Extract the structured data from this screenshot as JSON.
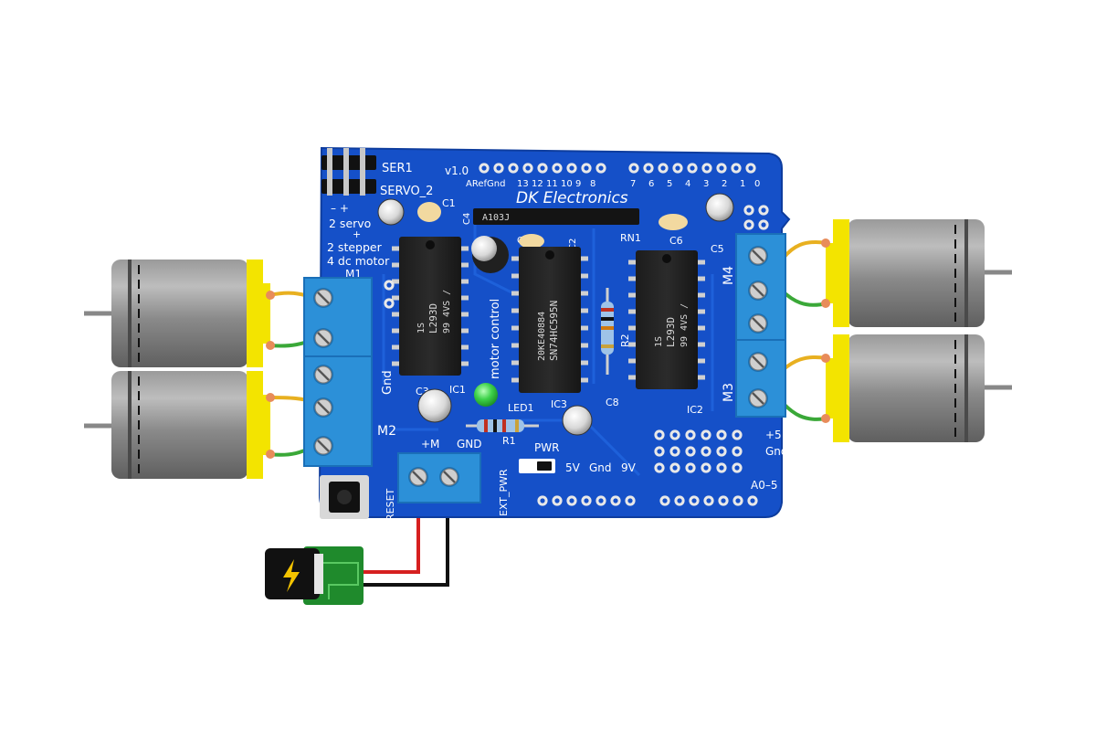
{
  "board": {
    "brand": "DK Electronics",
    "version": "v1.0",
    "description": [
      "2 servo",
      "2 stepper",
      "4 dc motor"
    ],
    "motor_control": "motor control",
    "silkscreen": {
      "ser1": "SER1",
      "servo2": "SERVO_2",
      "aref": "ARef",
      "gnd_top": "Gnd",
      "digital_pins": [
        "13",
        "12",
        "11",
        "10",
        "9",
        "8",
        "7",
        "6",
        "5",
        "4",
        "3",
        "2",
        "1",
        "0"
      ],
      "plus_minus": "– +",
      "plus": "+",
      "gnd_left": "Gnd",
      "reset": "RESET",
      "ext_pwr": "EXT_PWR",
      "pwr": "PWR",
      "plus_m": "+M",
      "gnd_term": "GND",
      "v5": "5V",
      "gnd_power": "Gnd",
      "v9": "9V",
      "plus5": "+5",
      "gnd_right": "Gnd",
      "a0_5": "A0–5"
    },
    "ports": {
      "m1": "M1",
      "m2": "M2",
      "m3": "M3",
      "m4": "M4"
    },
    "components": {
      "ic1": "IC1",
      "ic2": "IC2",
      "ic3": "IC3",
      "c1": "C1",
      "c2": "C2",
      "c3": "C3",
      "c4": "C4",
      "c5": "C5",
      "c6": "C6",
      "c7": "C7",
      "c8": "C8",
      "r1": "R1",
      "r2": "R2",
      "rn1": "RN1",
      "led1": "LED1"
    },
    "chips": {
      "driver_left": [
        "L293D",
        "99 4VS /",
        "1S"
      ],
      "shift_register": [
        "SN74HC595N",
        "20KE40884"
      ],
      "driver_right": [
        "L293D",
        "99 4VS /",
        "1S"
      ]
    }
  },
  "colors": {
    "pcb": "#1550c8",
    "terminal": "#2c90d8",
    "motor_body": "#8a8a8a",
    "motor_cap": "#f3e400",
    "wire_red": "#d62020",
    "wire_black": "#111111",
    "wire_yellow": "#e8b020",
    "wire_green": "#3aa838",
    "led": "#3dd24a"
  },
  "icons": {
    "power_jack": "lightning-bolt-icon"
  }
}
